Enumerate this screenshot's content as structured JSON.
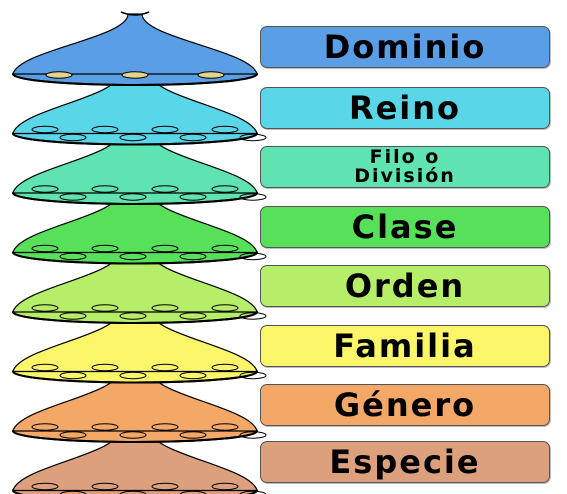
{
  "ranks": [
    {
      "name": "Dominio",
      "color": "#5a9ee6"
    },
    {
      "name": "Reino",
      "color": "#59d6e8"
    },
    {
      "name": "Filo o\nDivisión",
      "color": "#5fe3b0"
    },
    {
      "name": "Clase",
      "color": "#57e05a"
    },
    {
      "name": "Orden",
      "color": "#b6ee6a"
    },
    {
      "name": "Familia",
      "color": "#fbf56a"
    },
    {
      "name": "Género",
      "color": "#f3a867"
    },
    {
      "name": "Especie",
      "color": "#dca07c"
    }
  ]
}
